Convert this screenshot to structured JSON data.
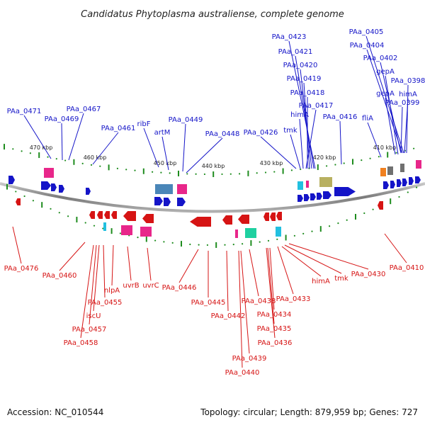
{
  "title": "Candidatus Phytoplasma australiense, complete genome",
  "footer": {
    "accession": "Accession: NC_010544",
    "summary": "Topology: circular; Length: 879,959 bp; Genes: 727"
  },
  "colors": {
    "forward": "#1414c8",
    "reverse": "#d61414",
    "tick": "#1e8c1e",
    "backbone": "#8c8c8c",
    "magenta": "#e8268a",
    "cyan": "#22c0e0",
    "teal": "#1fd0a0",
    "olive": "#b8b060",
    "steel": "#4a86b8",
    "orange": "#f08020",
    "grey": "#707070"
  },
  "kbp_labels": [
    "470 kbp",
    "460 kbp",
    "450 kbp",
    "440 kbp",
    "430 kbp",
    "420 kbp",
    "410 kbp"
  ],
  "forward_labels": [
    "PAa_0471",
    "PAa_0469",
    "PAa_0467",
    "PAa_0461",
    "ribF",
    "artM",
    "PAa_0449",
    "PAa_0448",
    "PAa_0426",
    "tmk",
    "himA",
    "PAa_0417",
    "PAa_0418",
    "PAa_0419",
    "PAa_0420",
    "PAa_0421",
    "PAa_0423",
    "PAa_0416",
    "fliA",
    "gepA",
    "gepA",
    "PAa_0399",
    "himA",
    "PAa_0398",
    "PAa_0402",
    "PAa_0404",
    "PAa_0405"
  ],
  "reverse_labels": [
    "PAa_0476",
    "PAa_0460",
    "nlpA",
    "PAa_0455",
    "iscU",
    "PAa_0457",
    "PAa_0458",
    "uvrB",
    "uvrC",
    "PAa_0446",
    "PAa_0445",
    "PAa_0442",
    "PAa_0439",
    "PAa_0440",
    "PAa_0438",
    "PAa_0434",
    "PAa_0435",
    "PAa_0436",
    "PAa_0433",
    "himA",
    "tmk",
    "PAa_0430",
    "PAa_0410"
  ]
}
